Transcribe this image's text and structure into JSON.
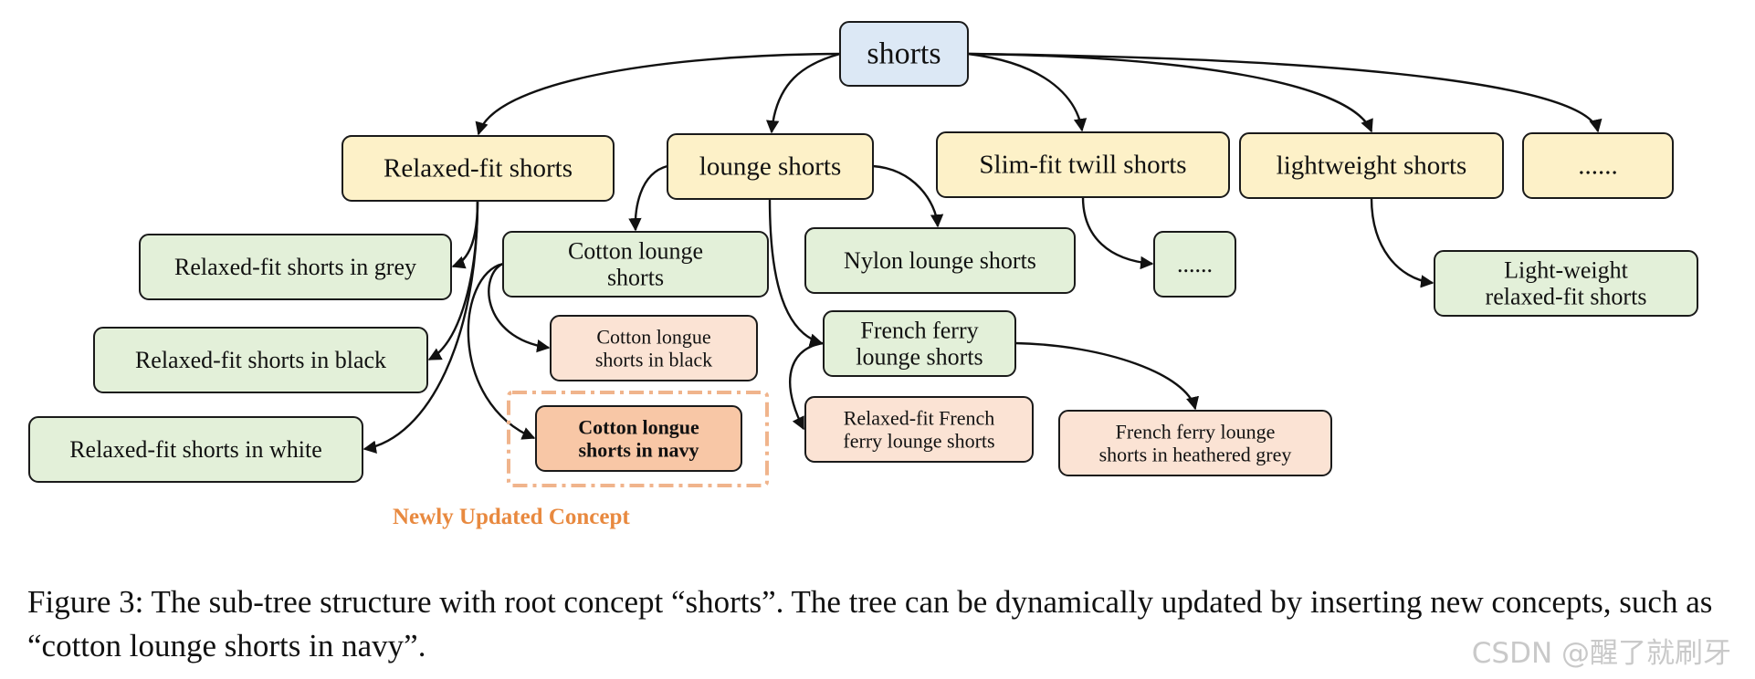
{
  "root": {
    "id": "root",
    "label": [
      "shorts"
    ]
  },
  "level1": [
    {
      "id": "relaxed",
      "label": [
        "Relaxed-fit shorts"
      ]
    },
    {
      "id": "lounge",
      "label": [
        "lounge shorts"
      ]
    },
    {
      "id": "slim",
      "label": [
        "Slim-fit twill shorts"
      ]
    },
    {
      "id": "lightweight",
      "label": [
        "lightweight shorts"
      ]
    },
    {
      "id": "more1",
      "label": [
        "......"
      ]
    }
  ],
  "level2": [
    {
      "id": "grey",
      "label": [
        "Relaxed-fit shorts in grey"
      ]
    },
    {
      "id": "black",
      "label": [
        "Relaxed-fit shorts in black"
      ]
    },
    {
      "id": "white",
      "label": [
        "Relaxed-fit shorts in white"
      ]
    },
    {
      "id": "cotton",
      "label": [
        "Cotton lounge",
        "shorts"
      ]
    },
    {
      "id": "nylon",
      "label": [
        "Nylon lounge shorts"
      ]
    },
    {
      "id": "french",
      "label": [
        "French ferry",
        "lounge shorts"
      ]
    },
    {
      "id": "more2",
      "label": [
        "......"
      ]
    },
    {
      "id": "lwrelaxed",
      "label": [
        "Light-weight",
        "relaxed-fit shorts"
      ]
    }
  ],
  "level3": [
    {
      "id": "cblack",
      "label": [
        "Cotton longue",
        "shorts in black"
      ]
    },
    {
      "id": "navy",
      "label": [
        "Cotton longue",
        "shorts in navy"
      ],
      "new": true
    },
    {
      "id": "frelaxed",
      "label": [
        "Relaxed-fit French",
        "ferry lounge shorts"
      ]
    },
    {
      "id": "fgrey",
      "label": [
        "French ferry lounge",
        "shorts in heathered grey"
      ]
    }
  ],
  "edges": [
    [
      "root",
      "relaxed"
    ],
    [
      "root",
      "lounge"
    ],
    [
      "root",
      "slim"
    ],
    [
      "root",
      "lightweight"
    ],
    [
      "root",
      "more1"
    ],
    [
      "relaxed",
      "grey"
    ],
    [
      "relaxed",
      "black"
    ],
    [
      "relaxed",
      "white"
    ],
    [
      "lounge",
      "cotton"
    ],
    [
      "lounge",
      "nylon"
    ],
    [
      "lounge",
      "french"
    ],
    [
      "slim",
      "more2"
    ],
    [
      "lightweight",
      "lwrelaxed"
    ],
    [
      "cotton",
      "cblack"
    ],
    [
      "cotton",
      "navy"
    ],
    [
      "french",
      "frelaxed"
    ],
    [
      "french",
      "fgrey"
    ]
  ],
  "new_concept_label": "Newly Updated Concept",
  "caption": "Figure 3: The sub-tree structure with root concept “shorts”. The tree can be dynamically updated by inserting new concepts, such as “cotton lounge shorts in navy”.",
  "watermark": "CSDN @醒了就刷牙",
  "colors": {
    "root": "#dce8f5",
    "level1": "#fdf1c8",
    "level2": "#e3f0d9",
    "level3": "#fbe3d4",
    "new_node": "#f8c7a6",
    "new_highlight": "#e8893f"
  }
}
